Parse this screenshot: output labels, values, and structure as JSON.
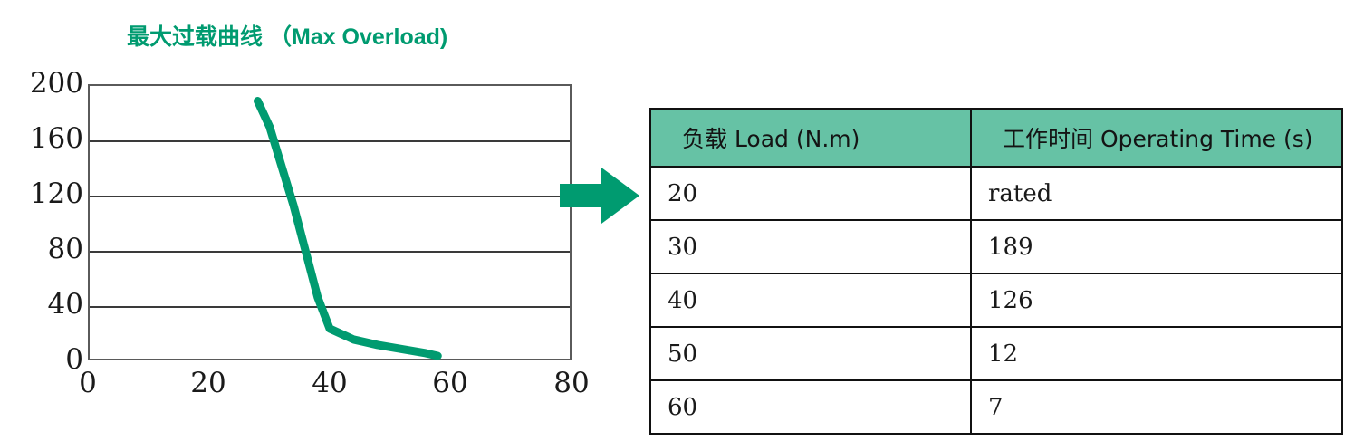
{
  "chart": {
    "title": "最大过载曲线 （Max Overload)",
    "accent_color": "#009B70",
    "grid_color": "#3a3a3a",
    "frame_color": "#5a5a5a"
  },
  "chart_data": {
    "type": "line",
    "title": "最大过载曲线 （Max Overload)",
    "xlabel": "",
    "ylabel": "",
    "xlim": [
      0,
      80
    ],
    "ylim": [
      0,
      200
    ],
    "xticks": [
      "0",
      "20",
      "40",
      "60",
      "80"
    ],
    "yticks": [
      "0",
      "40",
      "80",
      "120",
      "160",
      "200"
    ],
    "grid": true,
    "legend": "none",
    "series": [
      {
        "name": "Max Overload",
        "x": [
          28,
          30,
          34,
          38,
          40,
          44,
          48,
          52,
          56,
          58
        ],
        "y": [
          189,
          170,
          112,
          45,
          22,
          14,
          10,
          7,
          4,
          2
        ]
      }
    ]
  },
  "arrow": {
    "icon": "arrow-right-icon",
    "color": "#009B70"
  },
  "table": {
    "header_bg": "#66C2A5",
    "columns": [
      "负载 Load (N.m)",
      "工作时间 Operating Time (s)"
    ],
    "rows": [
      {
        "load": "20",
        "time": "rated"
      },
      {
        "load": "30",
        "time": "189"
      },
      {
        "load": "40",
        "time": "126"
      },
      {
        "load": "50",
        "time": "12"
      },
      {
        "load": "60",
        "time": "7"
      }
    ]
  }
}
